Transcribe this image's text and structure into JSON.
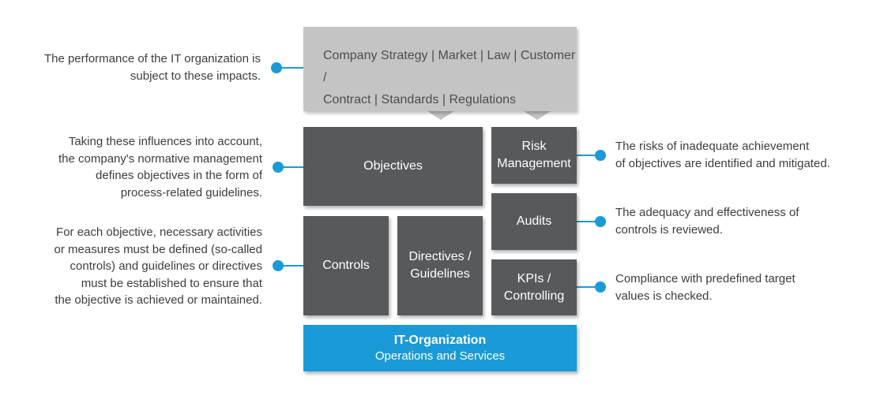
{
  "diagram": {
    "impacts": "Company Strategy | Market | Law | Customer /\nContract | Standards | Regulations",
    "objectives": "Objectives",
    "risk_management": "Risk\nManagement",
    "audits": "Audits",
    "controls": "Controls",
    "directives": "Directives /\nGuidelines",
    "kpis": "KPIs /\nControlling",
    "it_org_title": "IT-Organization",
    "it_org_subtitle": "Operations and Services"
  },
  "annotations": {
    "impacts": "The performance of the IT organization is\nsubject to these impacts.",
    "objectives": "Taking these influences into account,\nthe company's normative management\ndefines objectives in the form of\nprocess-related guidelines.",
    "controls": "For each objective, necessary activities\nor measures must be defined (so-called\ncontrols) and guidelines or directives\nmust be established to ensure that\nthe objective is achieved or maintained.",
    "risk_management": "The risks of inadequate achievement\nof objectives are identified and mitigated.",
    "audits": "The adequacy and effectiveness of\ncontrols is reviewed.",
    "kpis": "Compliance with predefined target\nvalues is checked."
  },
  "colors": {
    "dark_box": "#58595b",
    "impacts_box": "#c4c4c4",
    "it_org": "#1a9ad6",
    "connector": "#1a9ad6",
    "annotation_text": "#3d3d3d"
  }
}
